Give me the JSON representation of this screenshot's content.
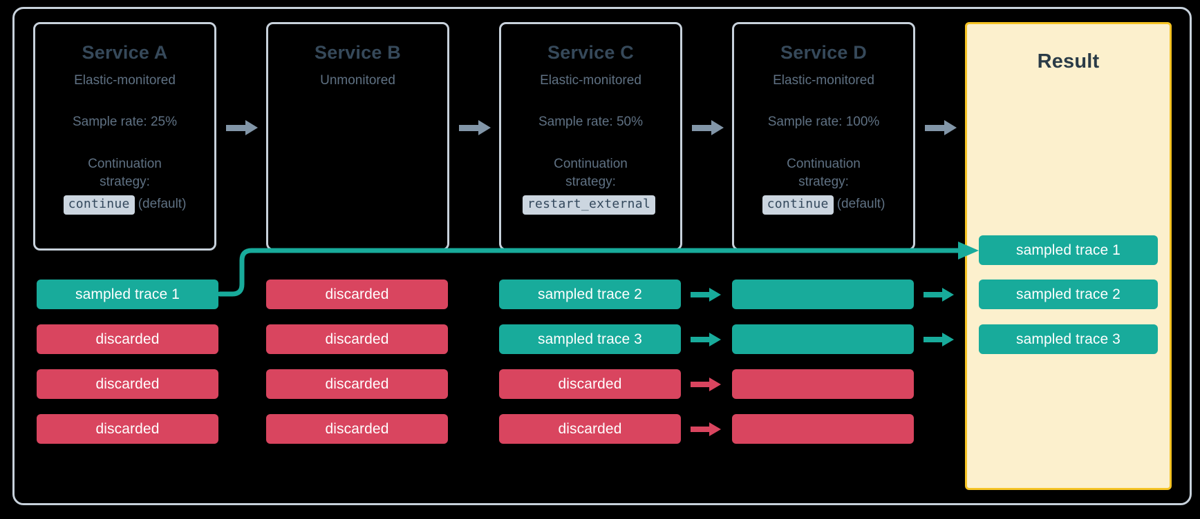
{
  "frame": {
    "border_color": "#c8d2dc"
  },
  "services": [
    {
      "id": "service-a",
      "title": "Service A",
      "subtitle": "Elastic-monitored",
      "sample_rate": "Sample rate: 25%",
      "strategy_label": "Continuation",
      "strategy_label2": "strategy:",
      "strategy_code": "continue",
      "strategy_note": "(default)"
    },
    {
      "id": "service-b",
      "title": "Service B",
      "subtitle": "Unmonitored",
      "sample_rate": "",
      "strategy_label": "",
      "strategy_label2": "",
      "strategy_code": "",
      "strategy_note": ""
    },
    {
      "id": "service-c",
      "title": "Service C",
      "subtitle": "Elastic-monitored",
      "sample_rate": "Sample rate: 50%",
      "strategy_label": "Continuation",
      "strategy_label2": "strategy:",
      "strategy_code": "restart_external",
      "strategy_note": ""
    },
    {
      "id": "service-d",
      "title": "Service D",
      "subtitle": "Elastic-monitored",
      "sample_rate": "Sample rate: 100%",
      "strategy_label": "Continuation",
      "strategy_label2": "strategy:",
      "strategy_code": "continue",
      "strategy_note": "(default)"
    }
  ],
  "result": {
    "title": "Result",
    "panel_fill": "#fcf0cd",
    "panel_border": "#f5c324",
    "traces": [
      {
        "label": "sampled trace 1",
        "state": "sampled"
      },
      {
        "label": "sampled trace 2",
        "state": "sampled"
      },
      {
        "label": "sampled trace 3",
        "state": "sampled"
      }
    ]
  },
  "columns": {
    "a": [
      {
        "label": "sampled trace 1",
        "state": "sampled"
      },
      {
        "label": "discarded",
        "state": "discarded"
      },
      {
        "label": "discarded",
        "state": "discarded"
      },
      {
        "label": "discarded",
        "state": "discarded"
      }
    ],
    "b": [
      {
        "label": "discarded",
        "state": "discarded"
      },
      {
        "label": "discarded",
        "state": "discarded"
      },
      {
        "label": "discarded",
        "state": "discarded"
      },
      {
        "label": "discarded",
        "state": "discarded"
      }
    ],
    "c": [
      {
        "label": "sampled trace 2",
        "state": "sampled"
      },
      {
        "label": "sampled trace 3",
        "state": "sampled"
      },
      {
        "label": "discarded",
        "state": "discarded"
      },
      {
        "label": "discarded",
        "state": "discarded"
      }
    ],
    "d": [
      {
        "label": "",
        "state": "sampled"
      },
      {
        "label": "",
        "state": "sampled"
      },
      {
        "label": "",
        "state": "discarded"
      },
      {
        "label": "",
        "state": "discarded"
      }
    ]
  },
  "colors": {
    "sampled": "#18ab9b",
    "discarded": "#d9455f",
    "flow_arrow": "#8296a8",
    "card_border": "#c8d2dc",
    "text_heading": "#36495a",
    "text_body": "#5f7183",
    "code_chip_bg": "#ccd6e0",
    "background": "#000000"
  },
  "flow_arrows": [
    {
      "name": "arrow-a-to-b",
      "color": "#8296a8"
    },
    {
      "name": "arrow-b-to-c",
      "color": "#8296a8"
    },
    {
      "name": "arrow-c-to-d",
      "color": "#8296a8"
    },
    {
      "name": "arrow-d-to-result",
      "color": "#8296a8"
    }
  ]
}
